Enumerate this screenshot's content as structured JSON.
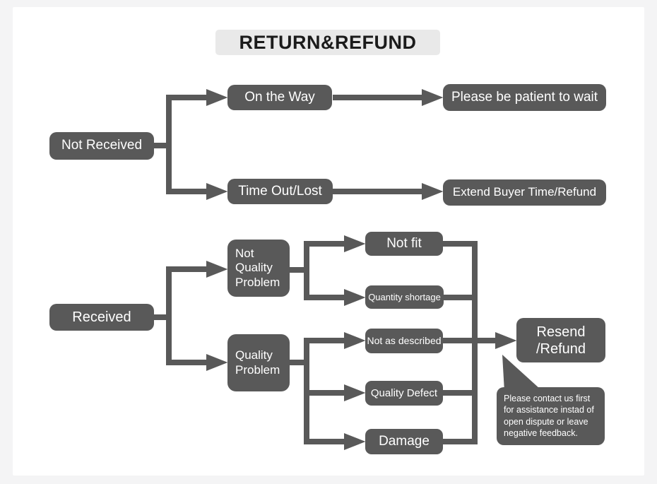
{
  "title": "RETURN&REFUND",
  "colors": {
    "node_fill": "#595959",
    "node_text": "#ffffff",
    "title_bg": "#e9e9e9",
    "title_text": "#1b1b1b",
    "canvas": "#ffffff",
    "frame": "#f4f4f5"
  },
  "nodes": {
    "not_received": {
      "label": "Not Received"
    },
    "on_the_way": {
      "label": "On the Way"
    },
    "please_wait": {
      "label": "Please be patient to wait"
    },
    "time_out_lost": {
      "label": "Time Out/Lost"
    },
    "extend_refund": {
      "label": "Extend Buyer Time/Refund"
    },
    "received": {
      "label": "Received"
    },
    "not_quality": {
      "label": "Not\nQuality\nProblem"
    },
    "quality_problem": {
      "label": "Quality\nProblem"
    },
    "not_fit": {
      "label": "Not fit"
    },
    "quantity_shortage": {
      "label": "Quantity shortage"
    },
    "not_as_described": {
      "label": "Not as described"
    },
    "quality_defect": {
      "label": "Quality Defect"
    },
    "damage": {
      "label": "Damage"
    },
    "resend_refund": {
      "label": "Resend\n/Refund"
    }
  },
  "note": {
    "text": "Please contact us first for assistance instad of open dispute or leave negative feedback."
  },
  "edges": [
    {
      "from": "not_received",
      "to": "on_the_way"
    },
    {
      "from": "not_received",
      "to": "time_out_lost"
    },
    {
      "from": "on_the_way",
      "to": "please_wait"
    },
    {
      "from": "time_out_lost",
      "to": "extend_refund"
    },
    {
      "from": "received",
      "to": "not_quality"
    },
    {
      "from": "received",
      "to": "quality_problem"
    },
    {
      "from": "not_quality",
      "to": "not_fit"
    },
    {
      "from": "not_quality",
      "to": "quantity_shortage"
    },
    {
      "from": "quality_problem",
      "to": "not_as_described"
    },
    {
      "from": "quality_problem",
      "to": "quality_defect"
    },
    {
      "from": "quality_problem",
      "to": "damage"
    },
    {
      "from": "not_fit",
      "to": "resend_refund"
    },
    {
      "from": "quantity_shortage",
      "to": "resend_refund"
    },
    {
      "from": "not_as_described",
      "to": "resend_refund"
    },
    {
      "from": "quality_defect",
      "to": "resend_refund"
    },
    {
      "from": "damage",
      "to": "resend_refund"
    },
    {
      "from": "resend_refund",
      "to": "note"
    }
  ]
}
